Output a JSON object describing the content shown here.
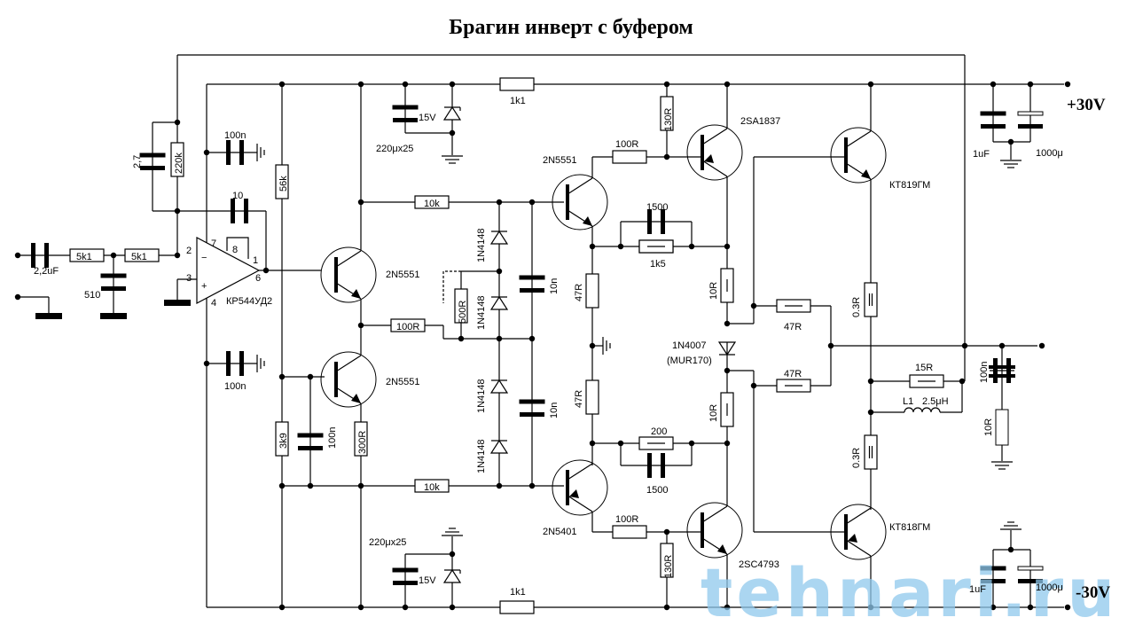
{
  "title": "Брагин  инверт с буфером",
  "supply": {
    "positive": "+30V",
    "negative": "-30V"
  },
  "opamp": {
    "part": "КР544УД2",
    "pins": {
      "p2": "2",
      "p3": "3",
      "p7": "7",
      "p8": "8",
      "p1": "1",
      "p6": "6",
      "p4": "4"
    },
    "minus": "−",
    "plus": "+"
  },
  "labels": {
    "c_in": "2,2uF",
    "r_in1": "5k1",
    "r_in2": "5k1",
    "c510": "510",
    "c27": "2,7",
    "r220k": "220k",
    "c10": "10",
    "c100n_top": "100n",
    "c100n_bot": "100n",
    "r56k": "56k",
    "r3k9": "3k9",
    "c100n_mid": "100n",
    "r300": "300R",
    "q1": "2N5551",
    "q2": "2N5551",
    "c220_top": "220μx25",
    "z_top": "15V",
    "r1k1_top": "1k1",
    "c220_bot": "220μx25",
    "z_bot": "15V",
    "r1k1_bot": "1k1",
    "r10k_top": "10k",
    "r10k_bot": "10k",
    "r100_mid": "100R",
    "r500": "500R",
    "d1": "1N4148",
    "d2": "1N4148",
    "d3": "1N4148",
    "d4": "1N4148",
    "c10n_top": "10n",
    "c10n_bot": "10n",
    "q3": "2N5551",
    "q4": "2N5401",
    "r47_top": "47R",
    "r47_bot": "47R",
    "c1500_top": "1500",
    "r1k5": "1k5",
    "r200": "200",
    "c1500_bot": "1500",
    "r100_q5": "100R",
    "r130_top": "130R",
    "q5": "2SA1837",
    "r100_q8": "100R",
    "r130_bot": "130R",
    "q8": "2SC4793",
    "r10_top": "10R",
    "r10_bot": "10R",
    "d5a": "1N4007",
    "d5b": "(MUR170)",
    "r47_b1": "47R",
    "r47_b2": "47R",
    "q6": "КТ819ГМ",
    "q7": "КТ818ГМ",
    "r03_top": "0.3R",
    "r03_bot": "0.3R",
    "r15": "15R",
    "l1": "L1",
    "l1_val": "2.5μH",
    "c100n_out": "100n",
    "r10_out": "10R",
    "c1u_top": "1uF",
    "c1000_top": "1000μ",
    "c1u_bot": "1uF",
    "c1000_bot": "1000μ"
  },
  "watermark": "tehnari.ru"
}
